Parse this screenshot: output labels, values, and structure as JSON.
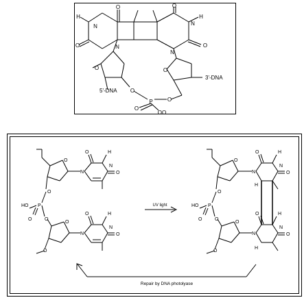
{
  "top": {
    "atoms": {
      "H": "H",
      "N": "N",
      "O": "O",
      "O_double": "O",
      "dna5": "5'-DNA",
      "dna3": "3'-DNA",
      "P": "P",
      "OO": "OO"
    }
  },
  "bottom": {
    "uv_label": "UV light",
    "repair_label": "Repair by DNA photolyase",
    "HO": "HO",
    "P": "P",
    "O": "O",
    "N": "N",
    "H": "H"
  }
}
